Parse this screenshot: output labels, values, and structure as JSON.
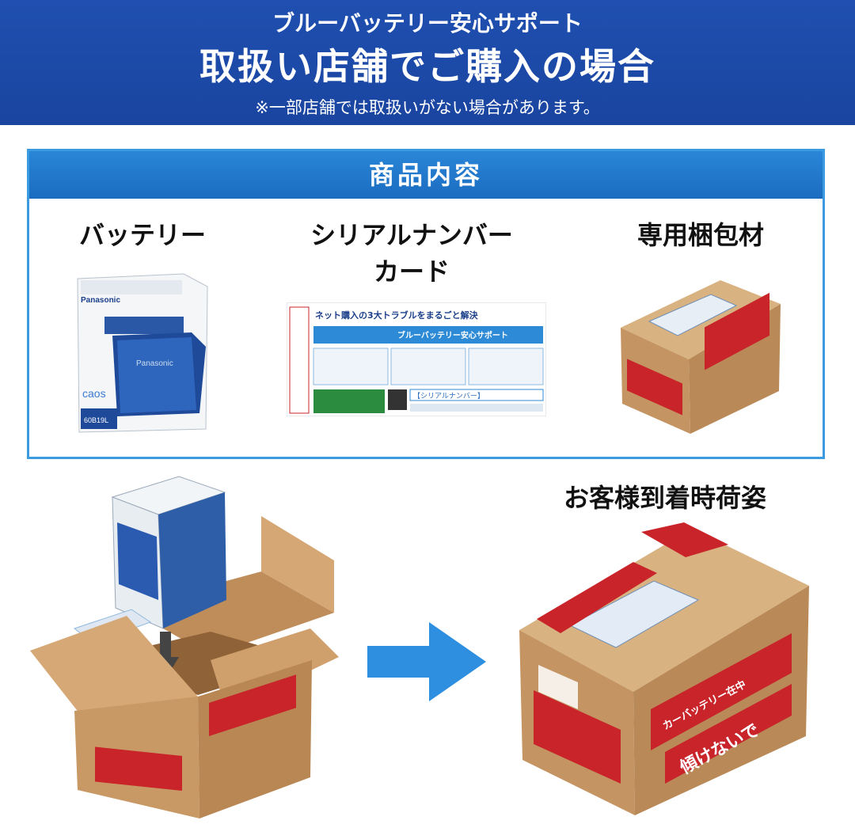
{
  "header": {
    "line1": "ブルーバッテリー安心サポート",
    "line2": "取扱い店舗でご購入の場合",
    "line3": "※一部店舗では取扱いがない場合があります。"
  },
  "contents": {
    "title": "商品内容",
    "items": [
      {
        "label": "バッテリー"
      },
      {
        "label_line1": "シリアルナンバー",
        "label_line2": "カード"
      },
      {
        "label": "専用梱包材"
      }
    ]
  },
  "battery_box": {
    "brand": "Panasonic",
    "product": "caos",
    "model": "60B19L"
  },
  "serial_card": {
    "headline": "ネット購入の3大トラブルをまるごと解決",
    "subtitle": "ブルーバッテリー安心サポート",
    "serial_field": "【シリアルナンバー】"
  },
  "package": {
    "arrival_label": "お客様到着時荷姿",
    "warning": "傾けないで",
    "notice": "カーバッテリー在中"
  },
  "colors": {
    "header": "#1f4fb0",
    "panel_title": "#2a86d8",
    "arrow": "#2e8fe0",
    "cardboard": "#c9a070",
    "stamp": "#c8242a"
  }
}
